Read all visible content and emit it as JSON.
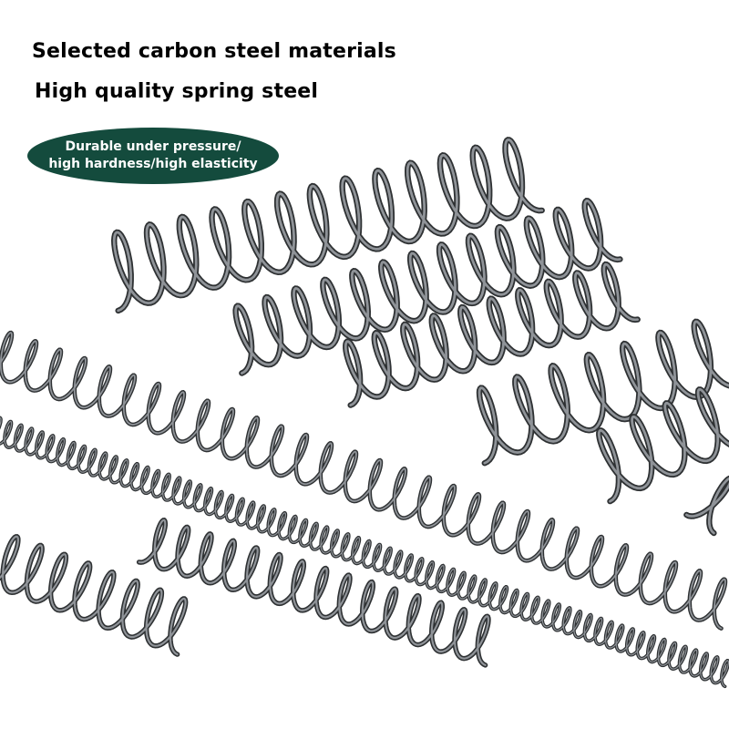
{
  "headline": {
    "line1": "Selected carbon steel materials",
    "line2": "High quality spring steel"
  },
  "badge": {
    "line1": "Durable under pressure/",
    "line2": "high hardness/high elasticity"
  },
  "colors": {
    "background": "#ffffff",
    "headline_text": "#000000",
    "badge_fill": "#144b3d",
    "badge_text": "#ffffff",
    "steel_dark": "#3c3f42",
    "steel_light": "#9a9ea3"
  },
  "photo": {
    "subject": "steel compression springs",
    "icon": "spring-coil"
  }
}
